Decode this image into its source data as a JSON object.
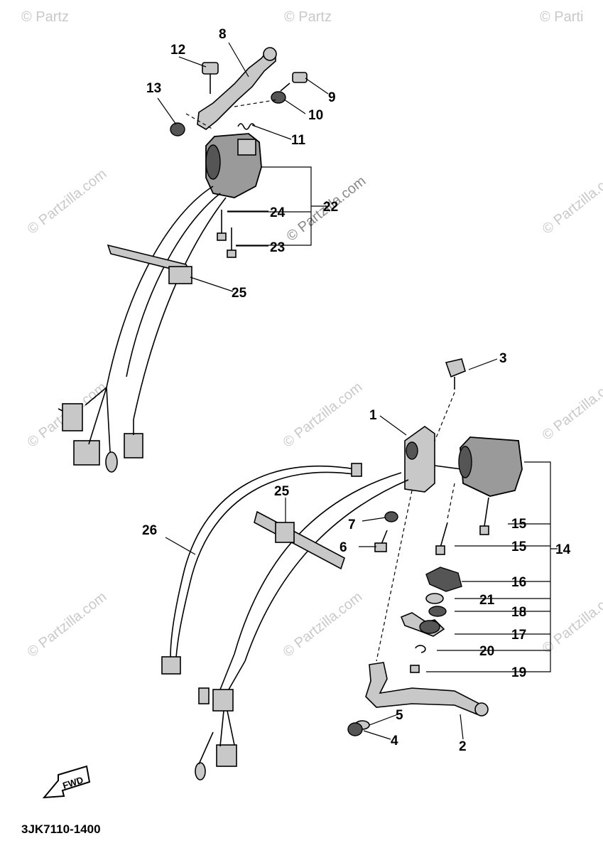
{
  "watermark": {
    "text": "© Partzilla.com",
    "top_left": "© Partz",
    "top_mid": "© Partz",
    "top_right": "© Parti"
  },
  "diagram_code": "3JK7110-1400",
  "fwd_label": "FWD",
  "parts": {
    "p1": "1",
    "p2": "2",
    "p3": "3",
    "p4": "4",
    "p5": "5",
    "p6": "6",
    "p7": "7",
    "p8": "8",
    "p9": "9",
    "p10": "10",
    "p11": "11",
    "p12": "12",
    "p13": "13",
    "p14": "14",
    "p15a": "15",
    "p15b": "15",
    "p16": "16",
    "p17": "17",
    "p18": "18",
    "p19": "19",
    "p20": "20",
    "p21": "21",
    "p22": "22",
    "p23": "23",
    "p24": "24",
    "p25a": "25",
    "p25b": "25",
    "p26": "26"
  }
}
